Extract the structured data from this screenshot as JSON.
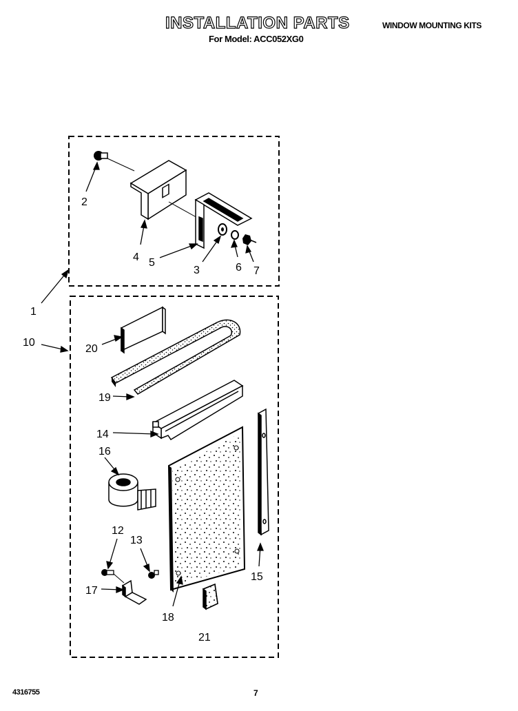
{
  "header": {
    "title": "INSTALLATION PARTS",
    "subtitle": "For Model: ACC052XG0",
    "section": "WINDOW MOUNTING KITS"
  },
  "footer": {
    "doc_number": "4316755",
    "page_number": "7"
  },
  "callouts": {
    "c1": "1",
    "c2": "2",
    "c3": "3",
    "c4": "4",
    "c5": "5",
    "c6": "6",
    "c7": "7",
    "c10": "10",
    "c12": "12",
    "c13": "13",
    "c14": "14",
    "c15": "15",
    "c16": "16",
    "c17": "17",
    "c18": "18",
    "c19": "19",
    "c20": "20",
    "c21": "21"
  }
}
